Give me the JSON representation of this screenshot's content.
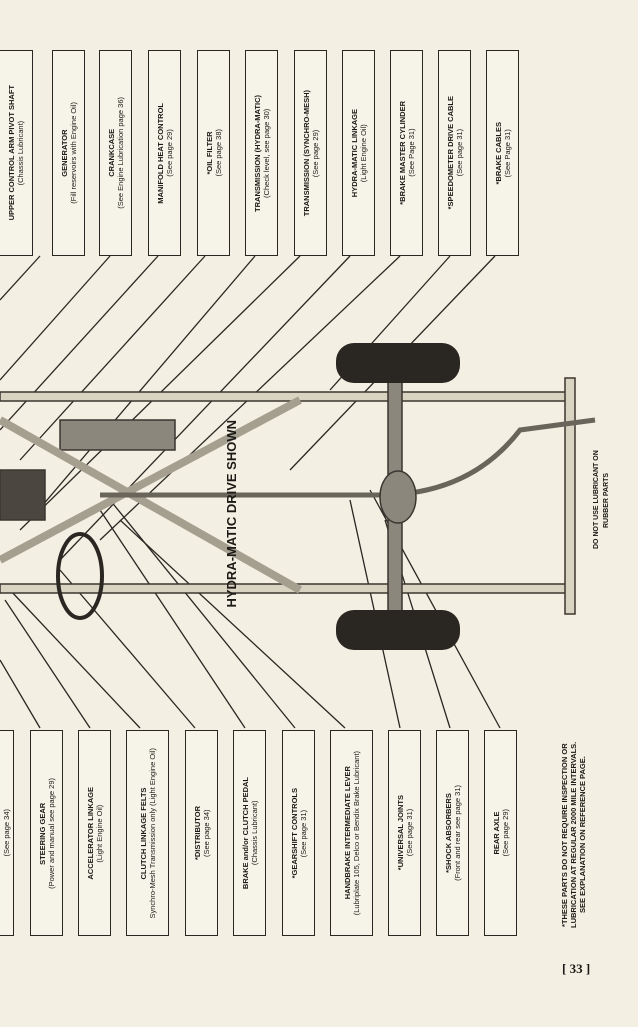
{
  "top_labels": [
    {
      "title": "UPPER CONTROL ARM PIVOT SHAFT",
      "sub": "(Chassis Lubricant)"
    },
    {
      "title": "GENERATOR",
      "sub": "(Fill reservoirs with Engine Oil)"
    },
    {
      "title": "CRANKCASE",
      "sub": "(See Engine Lubrication page 36)"
    },
    {
      "title": "MANIFOLD HEAT CONTROL",
      "sub": "(See page 29)"
    },
    {
      "title": "*OIL FILTER",
      "sub": "(See page 38)"
    },
    {
      "title": "TRANSMISSION (HYDRA-MATIC)",
      "sub": "(Check level, see page 30)"
    },
    {
      "title": "TRANSMISSION (SYNCHRO-MESH)",
      "sub": "(See page 29)"
    },
    {
      "title": "HYDRA-MATIC LINKAGE",
      "sub": "(Light Engine Oil)"
    },
    {
      "title": "*BRAKE MASTER CYLINDER",
      "sub": "(See Page 31)"
    },
    {
      "title": "*SPEEDOMETER DRIVE CABLE",
      "sub": "(See page 31)"
    },
    {
      "title": "*BRAKE CABLES",
      "sub": "(See Page 31)"
    }
  ],
  "bottom_labels": [
    {
      "title": "",
      "sub": "(See page 34)"
    },
    {
      "title": "STEERING GEAR",
      "sub": "(Power and manual see page 29)"
    },
    {
      "title": "ACCELERATOR LINKAGE",
      "sub": "(Light Engine Oil)"
    },
    {
      "title": "CLUTCH LINKAGE FELTS",
      "sub": "Synchro-Mesh Transmission only (Light Engine Oil)"
    },
    {
      "title": "*DISTRIBUTOR",
      "sub": "(See page 34)"
    },
    {
      "title": "BRAKE and/or CLUTCH PEDAL",
      "sub": "(Chassis Lubricant)"
    },
    {
      "title": "*GEARSHIFT CONTROLS",
      "sub": "(See page 31)"
    },
    {
      "title": "HANDBRAKE INTERMEDIATE LEVER",
      "sub": "(Lubriplate 105, Delco or Bendix Brake Lubricant)"
    },
    {
      "title": "*UNIVERSAL JOINTS",
      "sub": "(See page 31)"
    },
    {
      "title": "*SHOCK ABSORBERS",
      "sub": "(Front and rear see page 31)"
    },
    {
      "title": "REAR AXLE",
      "sub": "(See page 29)"
    }
  ],
  "diagram": {
    "caption": "HYDRA-MATIC DRIVE SHOWN",
    "warning": "DO NOT USE LUBRICANT ON RUBBER PARTS"
  },
  "footnote": {
    "line1": "*THESE PARTS DO NOT REQUIRE INSPECTION OR LUBRICATION AT REGULAR 2000 MILE INTERVALS.",
    "line2": "SEE EXPLANATION ON REFERENCE PAGE."
  },
  "page_number": "[ 33 ]"
}
